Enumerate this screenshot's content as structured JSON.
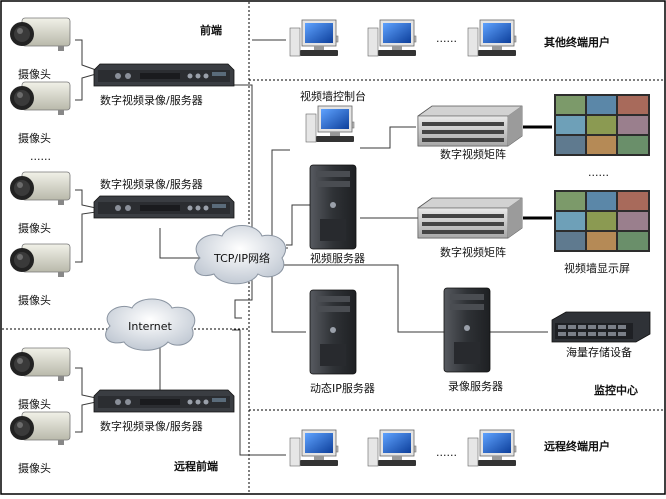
{
  "zones": {
    "front_end": "前端",
    "remote_front_end": "远程前端",
    "other_terminal_users": "其他终端用户",
    "monitoring_center": "监控中心",
    "remote_terminal_users": "远程终端用户"
  },
  "labels": {
    "camera": "摄像头",
    "dvr_server": "数字视频录像/服务器",
    "ellipsis": "......",
    "video_wall_console": "视频墙控制台",
    "video_server": "视频服务器",
    "digital_video_matrix": "数字视频矩阵",
    "video_wall_display": "视频墙显示屏",
    "mass_storage": "海量存储设备",
    "dynamic_ip_server": "动态IP服务器",
    "recording_server": "录像服务器",
    "tcpip_network": "TCP/IP网络",
    "internet": "Internet"
  },
  "colors": {
    "border": "#000000",
    "line": "#3a3a3a",
    "monitor_screen": "#1f64c9",
    "server_body": "#3a3c40",
    "camera_body": "#d8d8cc",
    "dvr_body": "#2b2d31",
    "cloud": "#cfd6df"
  }
}
